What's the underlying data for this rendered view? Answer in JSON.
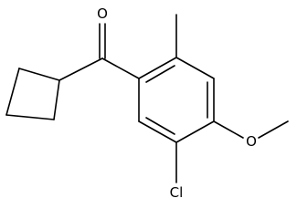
{
  "molecule": {
    "atom_labels": {
      "oxygen_carbonyl": "O",
      "oxygen_methoxy": "O",
      "chlorine": "Cl"
    }
  }
}
